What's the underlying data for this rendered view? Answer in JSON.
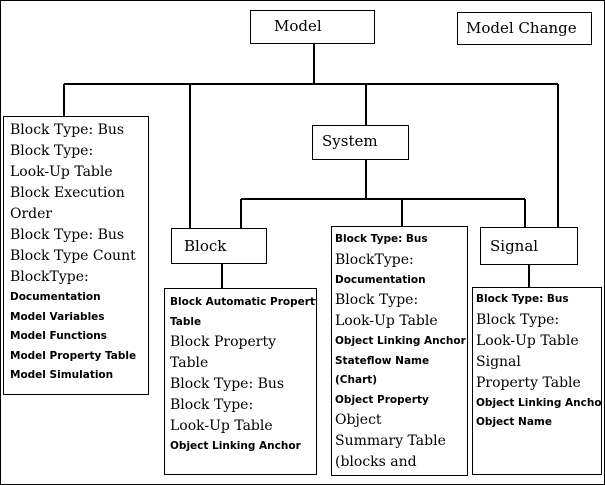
{
  "nodes": {
    "model": "Model",
    "model_change": "Model Change",
    "system": "System",
    "block": "Block",
    "signal": "Signal"
  },
  "lists": {
    "model": [
      {
        "text": "Block Type: Bus",
        "style": "serif"
      },
      {
        "text": "Block Type:",
        "style": "serif"
      },
      {
        "text": "Look-Up Table",
        "style": "serif"
      },
      {
        "text": "Block Execution",
        "style": "serif"
      },
      {
        "text": "Order",
        "style": "serif"
      },
      {
        "text": "Block Type: Bus",
        "style": "serif"
      },
      {
        "text": "Block Type Count",
        "style": "serif"
      },
      {
        "text": "BlockType:",
        "style": "serif"
      },
      {
        "text": "Documentation",
        "style": "bold"
      },
      {
        "text": "Model Variables",
        "style": "bold"
      },
      {
        "text": "Model Functions",
        "style": "bold"
      },
      {
        "text": "Model Property Table",
        "style": "bold"
      },
      {
        "text": "Model Simulation",
        "style": "bold"
      }
    ],
    "block": [
      {
        "text": "Block Automatic Property",
        "style": "bold"
      },
      {
        "text": "Table",
        "style": "bold"
      },
      {
        "text": "Block Property",
        "style": "serif"
      },
      {
        "text": "Table",
        "style": "serif"
      },
      {
        "text": "Block Type: Bus",
        "style": "serif"
      },
      {
        "text": "Block Type:",
        "style": "serif"
      },
      {
        "text": "Look-Up Table",
        "style": "serif"
      },
      {
        "text": "Object Linking Anchor",
        "style": "bold"
      }
    ],
    "system": [
      {
        "text": "Block Type: Bus",
        "style": "bold"
      },
      {
        "text": "BlockType:",
        "style": "serif"
      },
      {
        "text": "Documentation",
        "style": "bold"
      },
      {
        "text": "Block Type:",
        "style": "serif"
      },
      {
        "text": "Look-Up Table",
        "style": "serif"
      },
      {
        "text": "Object Linking Anchor",
        "style": "bold"
      },
      {
        "text": "Stateflow Name",
        "style": "bold"
      },
      {
        "text": "(Chart)",
        "style": "bold"
      },
      {
        "text": "Object Property",
        "style": "bold"
      },
      {
        "text": "Object",
        "style": "serif"
      },
      {
        "text": "Summary Table",
        "style": "serif"
      },
      {
        "text": "(blocks and",
        "style": "serif"
      }
    ],
    "signal": [
      {
        "text": "Block Type: Bus",
        "style": "bold"
      },
      {
        "text": "Block Type:",
        "style": "serif"
      },
      {
        "text": "Look-Up Table",
        "style": "serif"
      },
      {
        "text": "Signal",
        "style": "serif"
      },
      {
        "text": "Property Table",
        "style": "serif"
      },
      {
        "text": "Object Linking Anchor",
        "style": "bold"
      },
      {
        "text": "Object Name",
        "style": "bold"
      }
    ]
  }
}
